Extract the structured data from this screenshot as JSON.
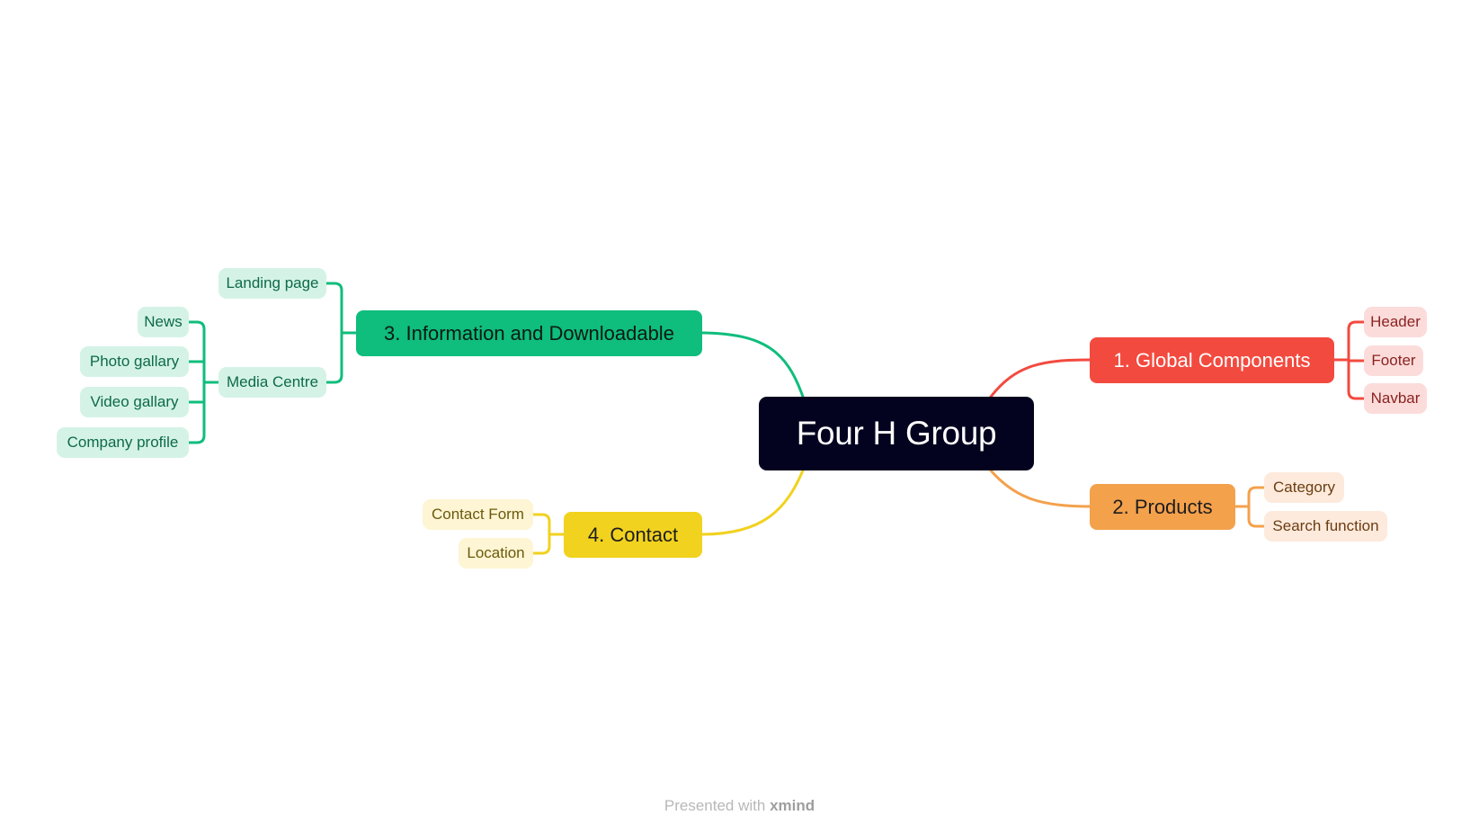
{
  "mindmap": {
    "central": "Four H Group",
    "branches": [
      {
        "id": "global",
        "label": "1. Global Components",
        "color": "#f34a3f",
        "text_color": "#ffffff",
        "child_bg": "#fcdcdb",
        "child_text": "#8a2320",
        "children": [
          {
            "label": "Header",
            "children": []
          },
          {
            "label": "Footer",
            "children": []
          },
          {
            "label": "Navbar",
            "children": []
          }
        ]
      },
      {
        "id": "products",
        "label": "2. Products",
        "color": "#f4a14c",
        "text_color": "#1d1d1d",
        "child_bg": "#fdeadc",
        "child_text": "#6b3d12",
        "children": [
          {
            "label": "Category",
            "children": []
          },
          {
            "label": "Search function",
            "children": []
          }
        ]
      },
      {
        "id": "info",
        "label": "3. Information and Downloadable",
        "color": "#0fbd7c",
        "text_color": "#0b1a14",
        "child_bg": "#d4f3e6",
        "child_text": "#0e6a48",
        "children": [
          {
            "label": "Landing page",
            "children": []
          },
          {
            "label": "Media Centre",
            "children": [
              {
                "label": "News"
              },
              {
                "label": "Photo gallary"
              },
              {
                "label": "Video gallary"
              },
              {
                "label": "Company profile"
              }
            ]
          }
        ]
      },
      {
        "id": "contact",
        "label": "4. Contact",
        "color": "#f1d21f",
        "text_color": "#1d1d1d",
        "child_bg": "#fdf5d3",
        "child_text": "#6b5a0d",
        "children": [
          {
            "label": "Contact Form",
            "children": []
          },
          {
            "label": "Location",
            "children": []
          }
        ]
      }
    ]
  },
  "footer": {
    "prefix": "Presented with",
    "brand": "xmind"
  }
}
